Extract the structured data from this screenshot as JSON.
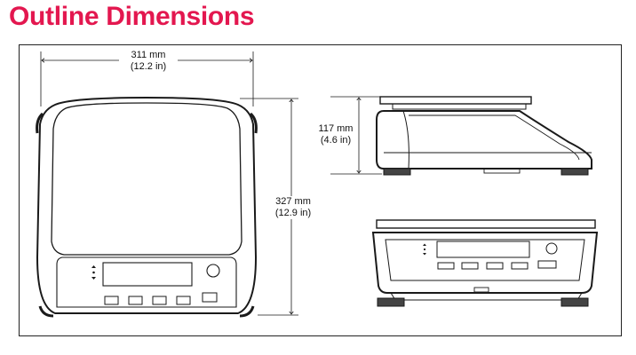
{
  "header": {
    "title": "Outline Dimensions"
  },
  "colors": {
    "accent": "#e3174f",
    "line": "#1a1a1a"
  },
  "dimensions": {
    "width": {
      "metric": "311 mm",
      "imperial": "(12.2 in)"
    },
    "height": {
      "metric": "117 mm",
      "imperial": "(4.6 in)"
    },
    "depth": {
      "metric": "327 mm",
      "imperial": "(12.9 in)"
    }
  },
  "icons": {
    "display_arrows": "up-down-arrows-icon",
    "power_button": "power-button-icon"
  }
}
